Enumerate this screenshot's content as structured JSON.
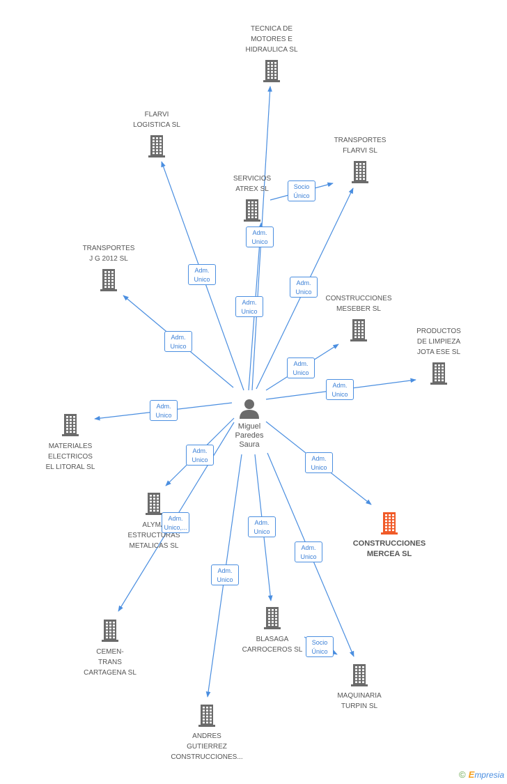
{
  "center": {
    "name": [
      "Miguel",
      "Paredes",
      "Saura"
    ]
  },
  "companies": [
    {
      "id": "tecnica",
      "label": [
        "TECNICA DE",
        "MOTORES E",
        "HIDRAULICA SL"
      ],
      "focus": false
    },
    {
      "id": "flarvi_log",
      "label": [
        "FLARVI",
        "LOGISTICA SL"
      ],
      "focus": false
    },
    {
      "id": "transportes_flarvi",
      "label": [
        "TRANSPORTES",
        "FLARVI SL"
      ],
      "focus": false
    },
    {
      "id": "servicios_atrex",
      "label": [
        "SERVICIOS",
        "ATREX SL"
      ],
      "focus": false
    },
    {
      "id": "transportes_jg",
      "label": [
        "TRANSPORTES",
        "J G 2012 SL"
      ],
      "focus": false
    },
    {
      "id": "meseber",
      "label": [
        "CONSTRUCCIONES",
        "MESEBER SL"
      ],
      "focus": false
    },
    {
      "id": "productos",
      "label": [
        "PRODUCTOS",
        "DE LIMPIEZA",
        "JOTA ESE SL"
      ],
      "focus": false
    },
    {
      "id": "materiales",
      "label": [
        "MATERIALES",
        "ELECTRICOS",
        "EL LITORAL SL"
      ],
      "focus": false
    },
    {
      "id": "alyma",
      "label": [
        "ALYMA",
        "ESTRUCTURAS",
        "METALICAS SL"
      ],
      "focus": false
    },
    {
      "id": "mercea",
      "label": [
        "CONSTRUCCIONES",
        "MERCEA SL"
      ],
      "focus": true
    },
    {
      "id": "cementrans",
      "label": [
        "CEMEN-",
        "TRANS",
        "CARTAGENA SL"
      ],
      "focus": false
    },
    {
      "id": "blasaga",
      "label": [
        "BLASAGA",
        "CARROCEROS SL"
      ],
      "focus": false
    },
    {
      "id": "maquinaria",
      "label": [
        "MAQUINARIA",
        "TURPIN  SL"
      ],
      "focus": false
    },
    {
      "id": "andres",
      "label": [
        "ANDRES",
        "GUTIERREZ",
        "CONSTRUCCIONES..."
      ],
      "focus": false
    }
  ],
  "relations": [
    {
      "from": "center",
      "to": "tecnica",
      "label": [
        "Adm.",
        "Unico"
      ]
    },
    {
      "from": "center",
      "to": "flarvi_log",
      "label": [
        "Adm.",
        "Unico"
      ]
    },
    {
      "from": "center",
      "to": "servicios_atrex",
      "label": [
        "Adm.",
        "Unico"
      ]
    },
    {
      "from": "servicios_atrex",
      "to": "transportes_flarvi",
      "label": [
        "Socio",
        "Único"
      ]
    },
    {
      "from": "center",
      "to": "transportes_flarvi",
      "label": [
        "Adm.",
        "Unico"
      ]
    },
    {
      "from": "center",
      "to": "transportes_jg",
      "label": [
        "Adm.",
        "Unico"
      ]
    },
    {
      "from": "center",
      "to": "meseber",
      "label": [
        "Adm.",
        "Unico"
      ]
    },
    {
      "from": "center",
      "to": "productos",
      "label": [
        "Adm.",
        "Unico"
      ]
    },
    {
      "from": "center",
      "to": "materiales",
      "label": [
        "Adm.",
        "Unico"
      ]
    },
    {
      "from": "center",
      "to": "alyma",
      "label": [
        "Adm.",
        "Unico"
      ]
    },
    {
      "from": "center",
      "to": "cementrans",
      "label": [
        "Adm.",
        "Unico,..."
      ]
    },
    {
      "from": "center",
      "to": "mercea",
      "label": [
        "Adm.",
        "Unico"
      ]
    },
    {
      "from": "center",
      "to": "andres",
      "label": [
        "Adm.",
        "Unico"
      ]
    },
    {
      "from": "center",
      "to": "blasaga",
      "label": [
        "Adm.",
        "Unico"
      ]
    },
    {
      "from": "center",
      "to": "maquinaria",
      "label": [
        "Adm.",
        "Unico"
      ]
    },
    {
      "from": "blasaga",
      "to": "maquinaria",
      "label": [
        "Socio",
        "Único"
      ]
    }
  ],
  "colors": {
    "edge": "#4a8ee0",
    "building": "#6b6b6b",
    "focus_building": "#f05a28",
    "person": "#6b6b6b"
  },
  "icons": {
    "company": "building-icon",
    "person": "person-icon"
  },
  "footer": {
    "copyright": "©",
    "brand_initial": "E",
    "brand_rest": "mpresia"
  }
}
